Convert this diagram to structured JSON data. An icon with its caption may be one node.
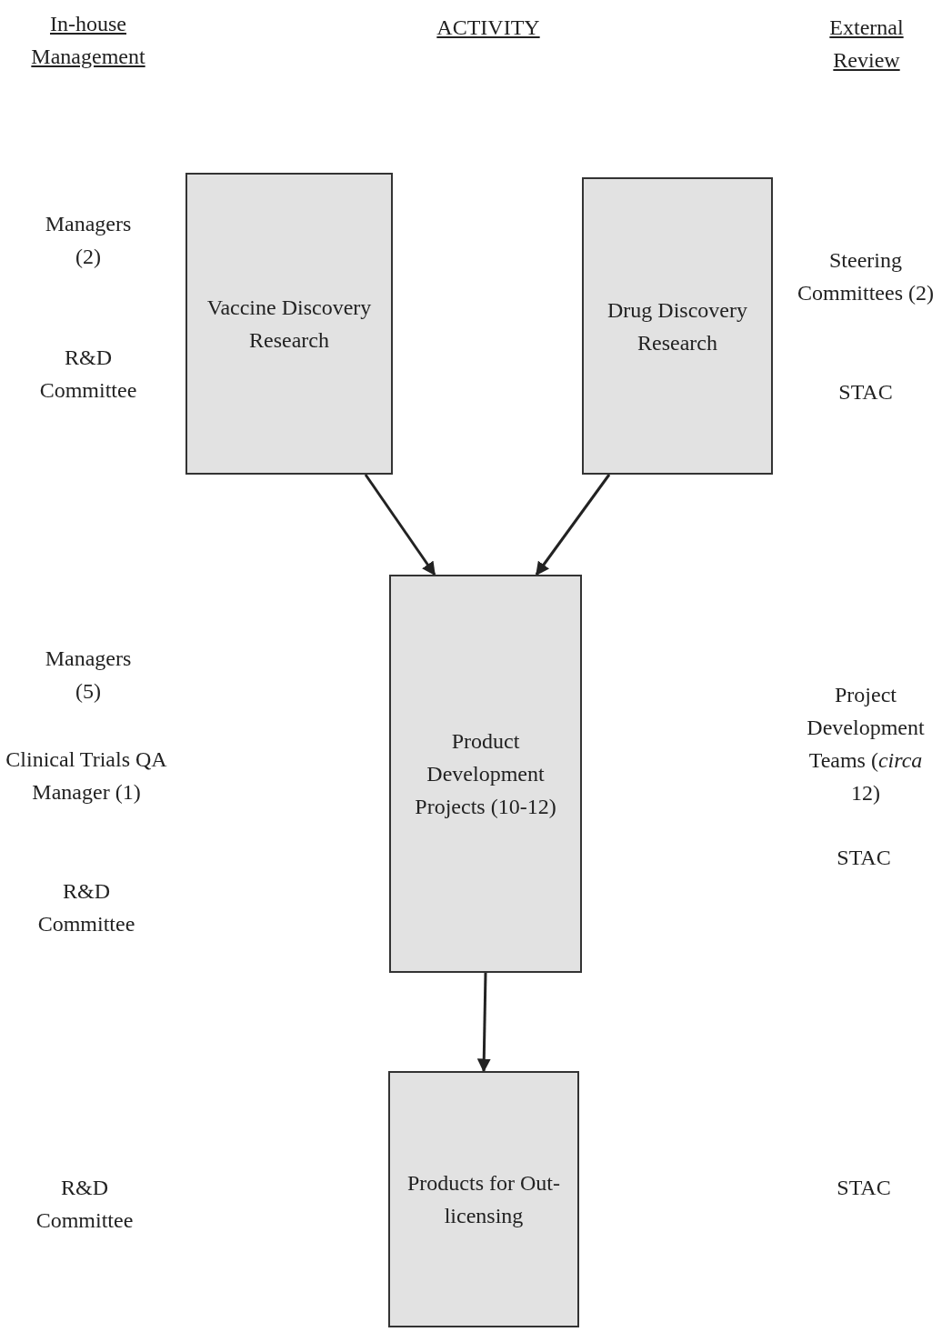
{
  "diagram": {
    "nodes": [
      {
        "text": [
          "Vaccine Discovery Research"
        ]
      },
      {
        "text": [
          "Drug Discovery Research"
        ]
      },
      {
        "text": [
          "Product Development Projects (10-12)"
        ]
      },
      {
        "text": [
          "Products for Out-licensing"
        ]
      }
    ],
    "edges": [
      {
        "from": 0,
        "to": 2,
        "arrow": "to"
      },
      {
        "from": 1,
        "to": 2,
        "arrow": "to"
      },
      {
        "from": 2,
        "to": 3,
        "arrow": "to"
      }
    ],
    "labels": [
      "In-house Management",
      "ACTIVITY",
      "External Review",
      "Managers (2)",
      "Steering Committees (2)",
      "R&D Committee",
      "STAC",
      "Managers (5)",
      "Project Development Teams (*circa* 12)",
      "Clinical Trials QA Manager (1)",
      "STAC",
      "R&D Committee",
      "R&D Committee",
      "STAC"
    ]
  }
}
